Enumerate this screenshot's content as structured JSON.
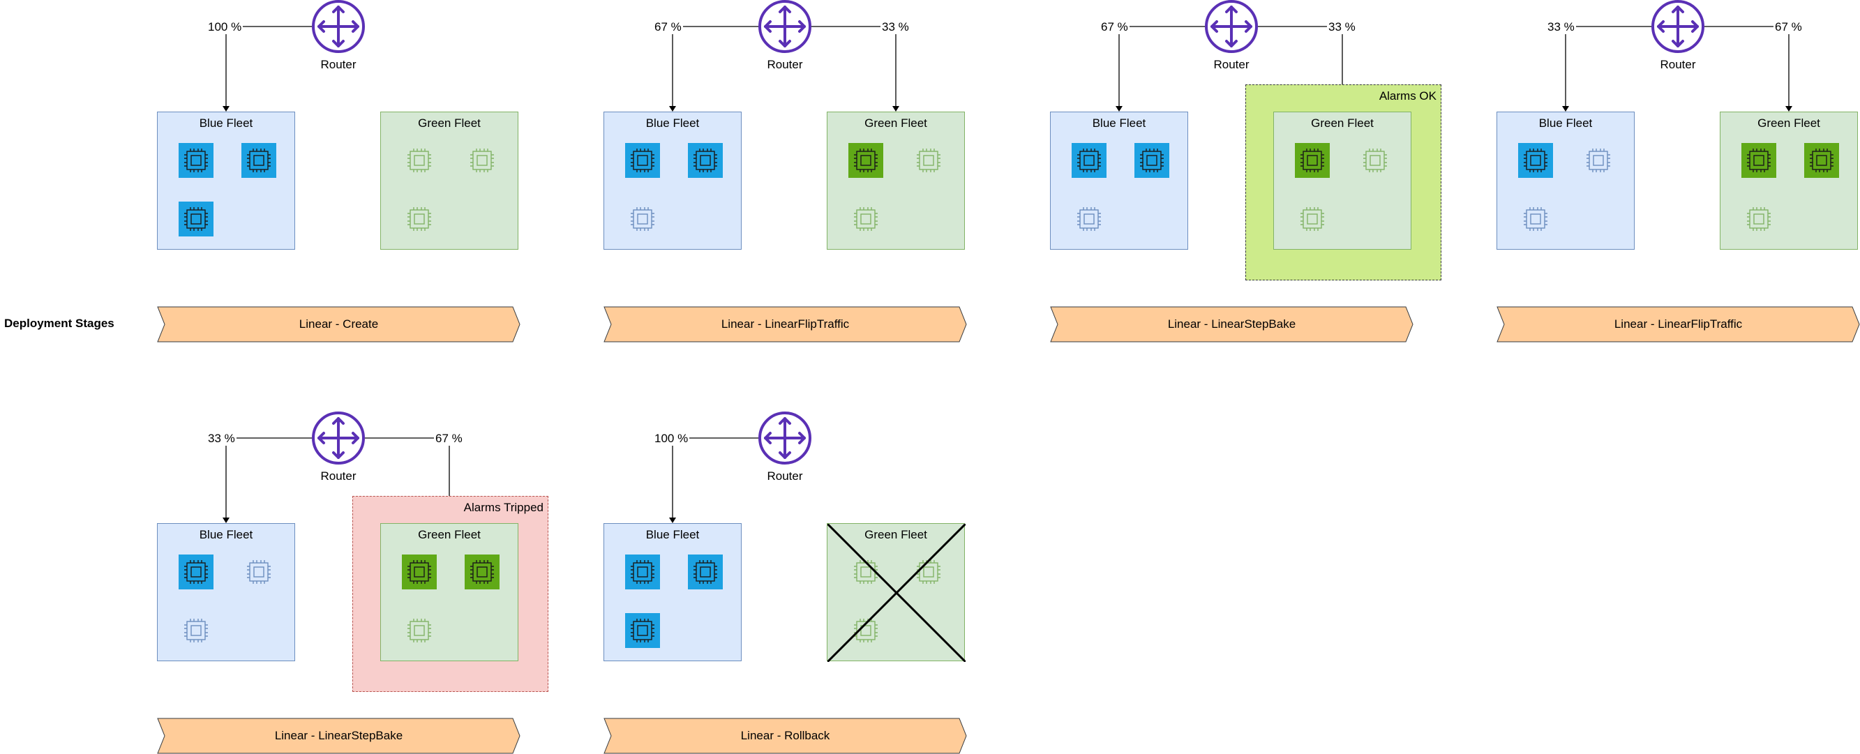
{
  "deployment_stages_label": "Deployment Stages",
  "router_label": "Router",
  "colors": {
    "router": "#5a30b5",
    "blue_fill": "#dae8fc",
    "blue_stroke": "#6c8ebf",
    "blue_instance": "#1ba1e2",
    "green_fill": "#d5e8d4",
    "green_stroke": "#82b366",
    "green_instance": "#60a917",
    "stage_fill": "#ffcc99",
    "stage_stroke": "#36393d",
    "alarm_ok": "#cdeb8b",
    "alarm_tripped": "#f8cecc"
  },
  "panels": [
    {
      "stage": "Linear - Create",
      "left_pct": "100 %",
      "right_pct": "",
      "blue_title": "Blue Fleet",
      "green_title": "Green Fleet",
      "blue_instances": [
        "active",
        "active",
        "active"
      ],
      "green_instances": [
        "inactive",
        "inactive",
        "inactive"
      ],
      "alarm": null,
      "green_failed": false
    },
    {
      "stage": "Linear - LinearFlipTraffic",
      "left_pct": "67 %",
      "right_pct": "33 %",
      "blue_title": "Blue Fleet",
      "green_title": "Green Fleet",
      "blue_instances": [
        "active",
        "active",
        "inactive"
      ],
      "green_instances": [
        "active",
        "inactive",
        "inactive"
      ],
      "alarm": null,
      "green_failed": false
    },
    {
      "stage": "Linear - LinearStepBake",
      "left_pct": "67 %",
      "right_pct": "33 %",
      "blue_title": "Blue Fleet",
      "green_title": "Green Fleet",
      "blue_instances": [
        "active",
        "active",
        "inactive"
      ],
      "green_instances": [
        "active",
        "inactive",
        "inactive"
      ],
      "alarm": {
        "type": "ok",
        "label": "Alarms OK"
      },
      "green_failed": false
    },
    {
      "stage": "Linear - LinearFlipTraffic",
      "left_pct": "33 %",
      "right_pct": "67 %",
      "blue_title": "Blue Fleet",
      "green_title": "Green Fleet",
      "blue_instances": [
        "active",
        "inactive",
        "inactive"
      ],
      "green_instances": [
        "active",
        "active",
        "inactive"
      ],
      "alarm": null,
      "green_failed": false
    },
    {
      "stage": "Linear - LinearStepBake",
      "left_pct": "33 %",
      "right_pct": "67 %",
      "blue_title": "Blue Fleet",
      "green_title": "Green Fleet",
      "blue_instances": [
        "active",
        "inactive",
        "inactive"
      ],
      "green_instances": [
        "active",
        "active",
        "inactive"
      ],
      "alarm": {
        "type": "trip",
        "label": "Alarms Tripped"
      },
      "green_failed": false
    },
    {
      "stage": "Linear - Rollback",
      "left_pct": "100 %",
      "right_pct": "",
      "blue_title": "Blue Fleet",
      "green_title": "Green Fleet",
      "blue_instances": [
        "active",
        "active",
        "active"
      ],
      "green_instances": [
        "inactive",
        "inactive",
        "inactive"
      ],
      "alarm": null,
      "green_failed": true
    }
  ]
}
